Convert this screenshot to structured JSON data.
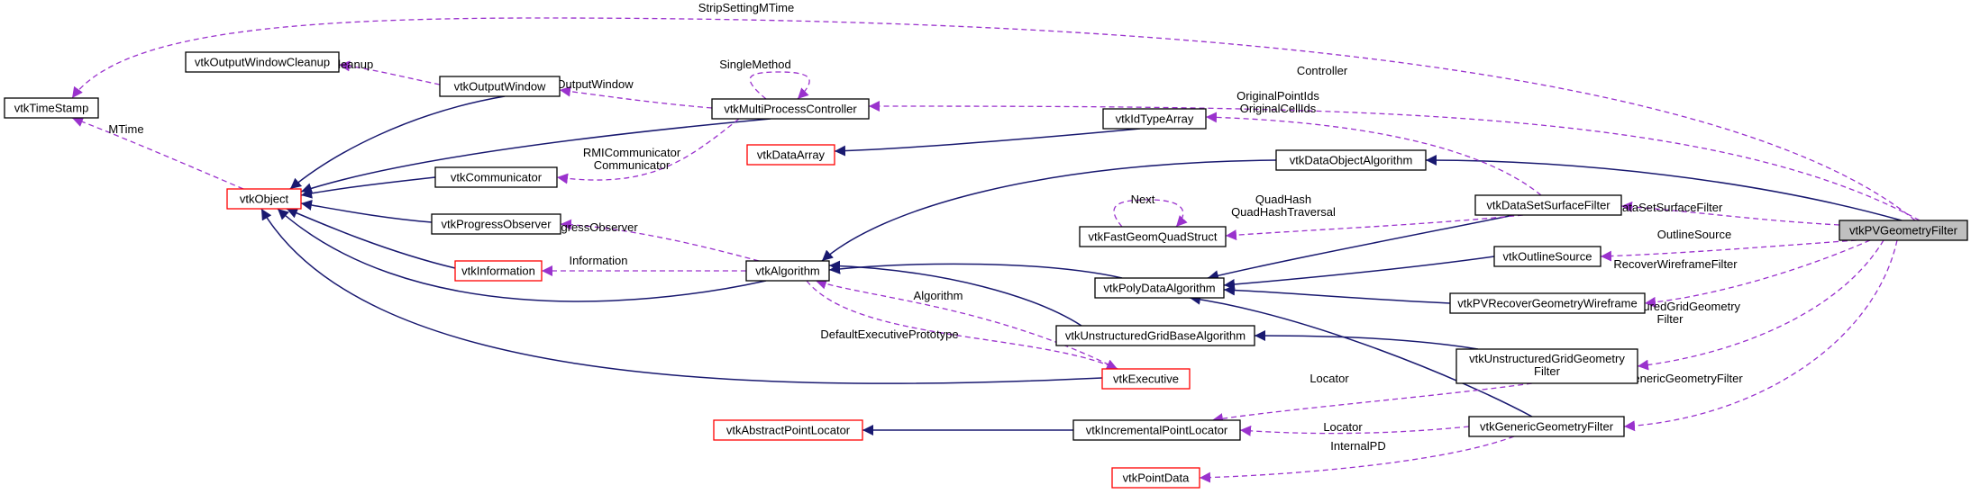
{
  "nodes": [
    {
      "id": "vtkPVGeometryFilter",
      "label": "vtkPVGeometryFilter",
      "style": "gray"
    },
    {
      "id": "vtkTimeStamp",
      "label": "vtkTimeStamp",
      "style": "normal"
    },
    {
      "id": "vtkOutputWindowCleanup",
      "label": "vtkOutputWindowCleanup",
      "style": "normal"
    },
    {
      "id": "vtkOutputWindow",
      "label": "vtkOutputWindow",
      "style": "normal"
    },
    {
      "id": "vtkMultiProcessController",
      "label": "vtkMultiProcessController",
      "style": "normal"
    },
    {
      "id": "vtkObject",
      "label": "vtkObject",
      "style": "red"
    },
    {
      "id": "vtkCommunicator",
      "label": "vtkCommunicator",
      "style": "normal"
    },
    {
      "id": "vtkProgressObserver",
      "label": "vtkProgressObserver",
      "style": "normal"
    },
    {
      "id": "vtkInformation",
      "label": "vtkInformation",
      "style": "red"
    },
    {
      "id": "vtkAlgorithm",
      "label": "vtkAlgorithm",
      "style": "normal"
    },
    {
      "id": "vtkDataArray",
      "label": "vtkDataArray",
      "style": "red"
    },
    {
      "id": "vtkIdTypeArray",
      "label": "vtkIdTypeArray",
      "style": "normal"
    },
    {
      "id": "vtkDataObjectAlgorithm",
      "label": "vtkDataObjectAlgorithm",
      "style": "normal"
    },
    {
      "id": "vtkDataSetSurfaceFilter",
      "label": "vtkDataSetSurfaceFilter",
      "style": "normal"
    },
    {
      "id": "vtkFastGeomQuadStruct",
      "label": "vtkFastGeomQuadStruct",
      "style": "normal"
    },
    {
      "id": "vtkPolyDataAlgorithm",
      "label": "vtkPolyDataAlgorithm",
      "style": "normal"
    },
    {
      "id": "vtkOutlineSource",
      "label": "vtkOutlineSource",
      "style": "normal"
    },
    {
      "id": "vtkPVRecoverGeometryWireframe",
      "label": "vtkPVRecoverGeometryWireframe",
      "style": "normal"
    },
    {
      "id": "vtkUnstructuredGridBaseAlgorithm",
      "label": "vtkUnstructuredGridBaseAlgorithm",
      "style": "normal"
    },
    {
      "id": "vtkExecutive",
      "label": "vtkExecutive",
      "style": "red"
    },
    {
      "id": "vtkUnstructuredGridGeometryFilter",
      "label": "vtkUnstructuredGridGeometry Filter",
      "style": "normal"
    },
    {
      "id": "vtkAbstractPointLocator",
      "label": "vtkAbstractPointLocator",
      "style": "red"
    },
    {
      "id": "vtkIncrementalPointLocator",
      "label": "vtkIncrementalPointLocator",
      "style": "normal"
    },
    {
      "id": "vtkGenericGeometryFilter",
      "label": "vtkGenericGeometryFilter",
      "style": "normal"
    },
    {
      "id": "vtkPointData",
      "label": "vtkPointData",
      "style": "red"
    }
  ],
  "edge_labels": {
    "strip_setting_mtime": "StripSettingMTime",
    "cleanup": "Cleanup",
    "single_method": "SingleMethod",
    "output_window": "OutputWindow",
    "controller": "Controller",
    "mtime": "MTime",
    "original_ids": "OriginalPointIds\nOriginalCellIds",
    "rmi_communicator": "RMICommunicator\nCommunicator",
    "quad_hash": "QuadHash\nQuadHashTraversal",
    "next": "Next",
    "data_set_surface_filter": "DataSetSurfaceFilter",
    "progress_observer": "ProgressObserver",
    "information": "Information",
    "outline_source": "OutlineSource",
    "recover_wireframe_filter": "RecoverWireframeFilter",
    "algorithm": "Algorithm",
    "unstructured_grid_geometry_filter": "UnstructuredGridGeometry\nFilter",
    "default_executive_prototype": "DefaultExecutivePrototype",
    "locator_ugrid": "Locator",
    "generic_geometry_filter": "GenericGeometryFilter",
    "locator_generic": "Locator",
    "internal_pd": "InternalPD"
  },
  "colors": {
    "inheritance_edge": "#191970",
    "usage_edge": "#9a32cd",
    "highlight_fill": "#bfbfbf",
    "undocumented_border": "#ff0000"
  }
}
